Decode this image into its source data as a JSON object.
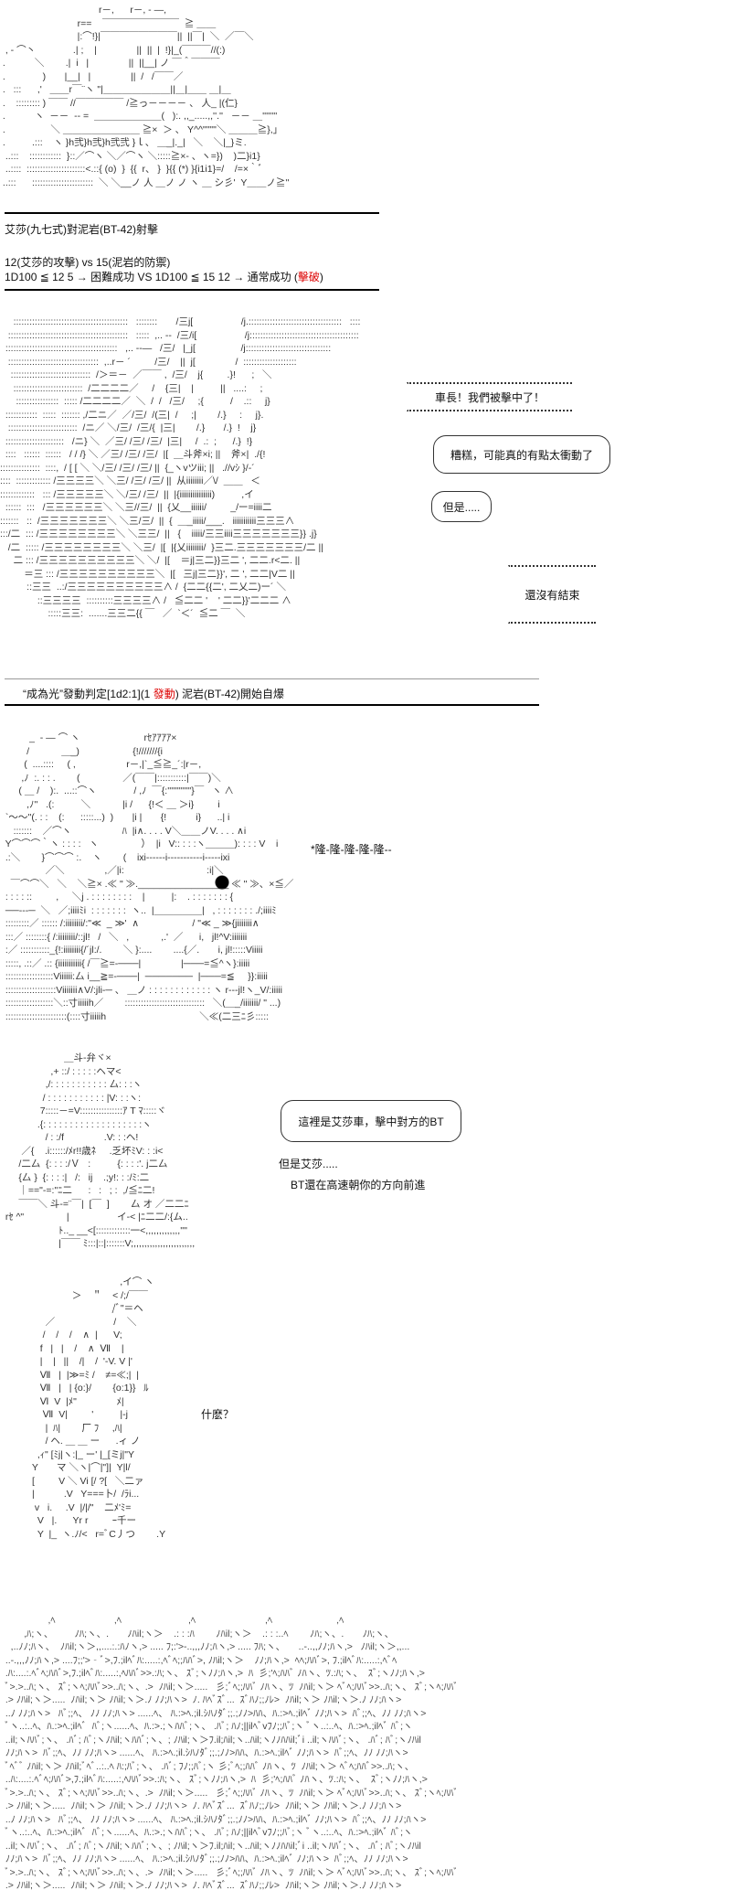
{
  "art": {
    "tank": "                                     r－,      r－, ‐ ―,\n                             r==    ￣￣￣￣￣￣￣￣  ≧ ＿＿\n                             |:⌒!}|￣￣￣￣￣￣￣￣||  ||￣|  ＼  ／￣＼\n  , ‐ ⌒丶              .| ;    |               ||  ||  |  !}|_(￣￣￣//(:)\n .           ＼        .|  i   |               ||  ||__| ノ ￣＾￣￣￣\n .              )       |__|   |               ||  /   /￣￣／\n .   :::      ,'   ＿＿r￣¨ヽ \"|＿＿＿＿＿＿＿||＿|＿＿ ＿|＿\n .    ::::::::: ) ￣￣ //￣￣￣￣￣ /≧っ－－－－ 、 人_ |(仁}\n .           ヽ  －－  ‐‐ =  ＿＿＿＿＿＿＿(   ):. ,,_.....,,''.''   －－ ＿''''''''\n .                 ＼ ＿＿＿＿＿＿＿＿ ≧×  ＞ 、 Y^^\"\"\"\"＼ ＿＿＿≧},」\n .          .:::    ヽ }h弐}h弐}h弐弐 }ｌ、 ＿_|._|   ＼    ＼|_}ミ.\n  ..:::    ::::::::::::  }::／⌒ヽ ＼／⌒ヽ ＼:::::≧×‐ 、ヽ=})    )二}i1}\n  ..::::  ::::::::::::::::::::::<.::{ (o)  }  {{  r、 }  }{{ (*) }{i1i1}=/    /=×｀ﾞ\n ..:::      :::::::::::::::::::::::  ＼ ＼__ノ 人 ＿ノ ノ ヽ ＿ シ彡'  Y＿＿ノ≧''\n .              ::::::::::::::::::::::    ヽ  ＝≡＝≡＝≡＝≡＝≡",
    "battle": "     :::::::::::::::::::::::::::::::::::::::::::   ::::::::       /三j[                  /j.:::::::::::::::::::::::::::::::::::   ::::\n   :::::::::::::::::::::::::::::::::::::::::::::   :::::  ,.. -‐  /三/i[                  /j:::::::::::::::::::::::::::::::::::::::::\n  ::::::::::::::::::::::::::::::::::::::::::   ,.. -‐―   /三/   |_j[                 /j::::::::::::::::::::::::::::::::\n   ::::::::::::::::::::::::::::::::::  ,..r－ ´         /三/    ||  j[               /  ::::::::::::::::::::\n    ::::::::::::::::::::::::::::::  /＞＝－  ／￣￣ ,  /三/    j{         .}!      ;   ＼\n     ::::::::::::::::::::::::::  /二二二二／     /    {三|    |          ||   ....:     ;\n      ::::::::::::::::  ::::: /二二二二／  ＼  /  /   /三/     ;{          /    .::     j}\n  ::::::::::::  :::::  ::::::: ,/二ニ／  ／/三/  /(三|  /     ;|        /.}     :     j}.\n   ::::::::::::::::::::::::::  /ニ／ ＼/三/  /三/{  |三|        /.}       /.}  !    j}\n  ::::::::::::::::::::::   /ニ} ＼  ／三/ /三/ /三/  |三|     /  .:  ;      /.}  !} \n  ::::   ::::::  ::::::   / / /} ＼ ／三/ /三/ /三/  |[  ＿斗斧×i; ||    斧×|  ./{!\n:::::::::::::::  ::::,  / [ [ ＼ ＼/三/ /三/ /三/ ||  {_ヽvツiii; ||   .//vｼ }/‐´\n::::  ::::::::::::: /三三三三＼ ＼三/ /三/ /三/ ||  从iiiiiiii／\\/  ＿＿   ＜\n:::::::::::::   ::: /三三三三三＼ ＼/三/ /三/  ||  |{iiiiiiiiiiiiiii)          ,イ\n  ::::::  :::   /三三三三三三＼ ＼三//三/  ||  {乂__iiiiii/         _/ー=iiii二\n:::::::   ::  /三三三三三三三＼ ＼三/三/  ||  {  ＿_iiiii/___.   iiiiiiiiiii三三三∧\n:::/二  ::: /三三三三三三三三＼ ＼三三/  ||   {    iiiii/三三iiii三三三三三三三}} .j}\n   /二  ::::: /三三三三三三三三＼ ＼三/  |[  |{乂iiiiiiii/  }三二.三三三三三三三/二 ||\n     二 ::: /三三三三三三三三三三＼ ＼/  |[    ＝j|三二}}三二 ', 二二.r<二. ||\n         ＝三 ::: /三三三三三三三三三三＼  |[   三j|三二}}', 二 ', 二二|V二 ||\n          ::三三  ..:/三三三三三三三三三三∧ /  {二二{{二', 二乂二)ー´ ＼\n              ::三三三三  ::::::::::三三三三∧ /   ≦二二 '    ' 二二}}'二二二 ∧\n                  :::::三三:  .......三三二{{ ￣   ／  `＜´  ≦二 ￣  ＼",
    "explosion": "           _  ‐ ― ⌒ ヽ                        rｾｱｱｱｱ×\n          /            ＿_)                    {!///////{i\n         (  ....::::     ( ,                   r－,|`_≦≧_´:|r－,\n        ,ﾉ  :. : : .        (                ／(￣￣|:::::::::::|￣￣)＼\n       ( ＿ /    ):.  ...::⌒ヽ              / ,ﾉ  ￣{:'''''''''''''}￣   ヽ ∧\n          ,ﾉ''   .(:          ＼            |i /      {!＜ ＿ ＞i}         i\n  `～～''(. : :    (:      :::::...)  )       |i |       {!           i}      ..| i\n     :::::::    ／⌒ヽ                   ﾊ  |i∧. . . . V＼＿＿ノV. . . . ∧i\n  Y⌒⌒⌒｀ヽ : : : :   ヽ                ）  |i   V:: : : :ヽ＿＿＿): : : : V    i\n  .:＼        }⌒⌒⌒ :.    ヽ        (    ixi‐‐‐‐‐‐i‐‐‐‐‐‐‐‐‐‐‐i‐‐‐‐‐ixi\n                 ／＼               ,／|i:                               :i|＼\n    ￣⌒⌒＼   ＼    ＼≧× .≪ \" ≫._________________ ≪ \" ≫、×≦／\n  : : : : ::         ,     ＼j . : : : : : : : :    |          |:    . : : : : : : : { \n  ──‐‐‐─  ＼   ／;iiiiﾐi  : : : : : : :  ヽ..  |＿＿＿＿＿|   , : : : : : : : ./;iiiiﾐ\n  :::::::::／ :::::: /:iiiiiiii/:\"≪  _ ≫'  ∧                    / \"≪ _ ≫{jiiiiiii∧\n  :::／ ::::::::{ /:iiiiiiii/::jl!   /   ＼   ,            ,.'  ／      i,   jl!^V:iiiiiii\n  :／ :::::::::::_{!:iiiiiiii{/´jl:/.        ＼ }:....        ....{／.       i, jl!:::::Viiiii\n  :::::, .::／ .:: {iiiiiiiiiii{ /￣≧=‐───|               |───=≦^ヽ}:iiiii\n  ::::::::::::::::::Viiiiii:厶 i__≧=‐───|  ───────  |───=≦     }}:iiiii\n  :::::::::::::::::::Viiiiiii∧V/:jli‐─ 、 ＿ノ : : : : : : : : : : : : ヽ r‐‐‐jl!ヽ_V/:iiiii\n  ::::::::::::::::::＼::寸iiiiih／        ::::::::::::::::::::::::::::::   ＼(＿_/iiiiiii/ \" ...)\n  :::::::::::::::::::::::(::::寸iiiiih                                   ＼≪(二三ﾆ彡:::::",
    "tank_front": "                        ＿斗‐弁ヾ×\n                   ,+ ::/ : : : : :ヘマ<\n                 ,/: : : : : : : : : : : 厶: : :ヽ\n                / : : : : : : : : : : : |V: : :ヽ:\n               7:::::－=V::::::::::::::::ｱ T ﾏ:::::ヾ\n              .{: : : : : : : : : : : : : : : : : : :ヽ\n                 / : :/f               .V: : :ヘ!\n        ／{    .i::::::/ﾒr!!歳ﾈ     .乏坏ﾐV: : :i<\n       /二厶  {: : : :/Ｖ   :          {: : : :'. j二厶\n       {厶 }  {: : : :|   /:   ij    .;y!: : :/ﾐ:二\n       ｜==\"‐=:\"ﾆ二      :   :   ; :  ,/≦ﾆ二!\n       ￣￣＼ 斗‐=¨￣|  [￣  ]        厶 オ ／二二ﾆ\n  rｾ ^\"                |                  イ‐< |ﾆ二二/:{ム..\n                      ﾄ.._ __<[:::::::::::::一<,,,,,,,,,,,,,'\"'\n                      |￣￣ ﾐ:::|::|:::::::V;,,,,,,,,,,,,,,,,,,,,,,,",
    "girl": "                                             ,イ⌒ ヽ\n                           ＞    ＂    < /;/￣￣\n                                          /ﾞ\"＝ヘ\n                 ／                      /    ＼\n                /    /    /    ∧  |      V;\n               f   |   |    /    ∧  Ⅶ    |\n               |    |   ||    /|    /  '‐V. V |'\n               Ⅶ   |  |≫=ﾐ /    ≠=≪;|  |\n               Ⅶ   |   | {o:}/        {o:1}}   ﾙ\n               Ⅵ  V  |ﾒ\"               ﾒ|\n                Ⅶ  V|         '          |-j\n                 |  ﾊ|        厂 ﾌ     ,ﾊ|\n                 / ヘ. ＿ ＿ ー      .ィ ノ\n              ,ｨ\" [ﾐj|ヽ:|_ ー' |_[ミj|\"Y\n            Y       マ ＼ヽ|⌒|\"]|  Y|l/\n            [         V ＼ Vi [/ ?[   ＼二ァ\n            |           .V   Y===卜/  /ﾗi...\n             v   i.     .V  |/|/\"    二ﾒ'ﾐ=\n              V   |.      Yr r         ｰ千ー\n              Y  |_  ヽ.ﾉ/<   r=ﾞC丿つ        .Y",
    "crowd": "                  ,ﾍ                      ,ﾍ                         ,ﾍ                          ,ﾍ                        ,ﾍ\n         ,ﾊ;ヽ、        ﾉﾊ;ヽ、.       ﾉﾊil;ヽ＞    .: : :ﾊ        ﾉﾊil;ヽ＞    .: : :..ﾍ        ﾉﾊ;ヽ、.       ﾉﾊ;ヽ、\n    ,..ﾉﾉ;ﾊヽ、  ﾉﾊil;ヽ＞,,....:.:ﾊﾉヽ,> ..... ﾌ;:'>‐..,,,ﾉﾉ;ﾊヽ,> ..... ﾌﾊ;ヽ、     ..-..,,ﾉﾉ;ﾊヽ,>   ﾉﾊil;ヽ＞,,...\n  ..‐.,,,ﾉﾉ;ﾊヽ,> ....ﾌ;;'>‐ﾞ>,ﾌ.;ilﾍﾞﾊ:.....:,ﾍﾞﾍ;;ﾊﾊﾞ>, ﾉﾊil;ヽ＞    ﾉﾉ;ﾊヽ,>  ﾍﾍ;ﾊﾊﾞ>, ﾌ.;ilﾍﾞﾊ:.....:,ﾍﾞﾍ\n  .ﾊ:....:.ﾍﾞﾍ;ﾊﾊﾞ>,ﾌ.;ilﾍﾞﾊ:.....:,ﾍﾊﾊﾞ>>.:ﾊ;ヽ、 ｽﾞ;ヽﾉﾉ;ﾊヽ,>  ﾊ  彡;'ﾍ;ﾊﾊﾞ ﾉﾊヽ、ﾂ.:ﾊ;ヽ、  ｽﾞ;ヽﾉﾉ;ﾊヽ,>\n  ﾞ>.>..ﾊ;ヽ、 ｽﾞ;ヽﾍ;ﾊﾊﾞ>>..ﾊ;ヽ、.>  ﾉﾊil;ヽ＞.....   彡;ﾞﾍ;;ﾊﾊﾞ ﾉﾊヽ、ﾂ  ﾉﾊil;ヽ＞ ﾍﾞﾍ;ﾊﾊﾞ>>..ﾊ;ヽ、 ｽﾞ;ヽﾍ;ﾊﾊﾞ\n  .> ﾉﾊil;ヽ＞.....  ﾉﾊil;ヽ＞ ﾉﾊil;ヽ＞.ﾉ ﾉﾉ;ﾊヽ>  ﾉ. ﾊﾍﾞｽﾞ...  ｽﾞﾊﾉ;;ﾉﾚ>  ﾉﾊil;ヽ＞ ﾉﾊil;ヽ＞.ﾉ ﾉﾉ;ﾊヽ>\n  ..ﾉ ﾉﾉ;ﾊヽ>   ﾊﾞ;;ﾍ、 ﾉﾉ ﾉﾉ;ﾊヽ> ......ﾍ、 ﾊ.:>ﾍ.;il.ｼﾊﾉﾀﾞ;;.;ﾉﾉ>ﾊﾊ、ﾊ.:>ﾍ.;ilﾍﾞ ﾉﾉ;ﾊヽ>  ﾊﾞ;;ﾍ、ﾉﾉ ﾉﾉ;ﾊヽ>\n  ﾞヽ..:..ﾍ、ﾊ.:>ﾍ.;ilﾍﾞ  ﾊﾞ;ヽ......ﾍ、ﾊ.:>.;ヽﾊﾊﾞ;ヽ、 .ﾊﾞ; ﾊﾉ;||ilﾍﾞvﾌﾉ;;ﾊﾞ;ヽ ﾞヽ..:..ﾍ、ﾊ.:>ﾍ.;ilﾍﾞ ﾊﾞ;ヽ\n  ..il;ヽﾊﾊﾞ;ヽ、 .ﾊﾞ; ﾊﾞ;ヽﾉﾊil;ヽﾊﾊﾞ;ヽ、; ﾉﾊil;ヽ＞ﾌ.il;ﾊil;ヽ..ﾊil;ヽﾉﾉﾊﾊil;ﾞi ..il;ヽﾊﾊﾞ;ヽ、 .ﾊﾞ; ﾊﾞ;ヽﾉﾊil\n  ﾉﾉ;ﾊヽ>  ﾊﾞ;;ﾍ、ﾉﾉ ﾉﾉ;ﾊヽ> ......ﾍ、 ﾊ.:>ﾍ.;il.ｼﾊﾉﾀﾞ;;.;ﾉﾉ>ﾊﾊ、ﾊ.:>ﾍ.;ilﾍﾞ ﾉﾉ;ﾊヽ>  ﾊﾞ;;ﾍ、ﾉﾉ ﾉﾉ;ﾊヽ>\n  ﾞﾍﾞﾞ ﾉﾊil;ヽ＞ ﾉﾊil;ﾞﾍﾞ..:..ﾍ ﾊ:;ﾊﾞ;ヽ、 .ﾊﾞ; ﾌﾉ;;ﾊﾞ;ヽ 彡;ﾞﾍ;;ﾊﾊﾞ ﾉﾊヽ、ﾂ  ﾉﾊil;ヽ＞ ﾍﾞﾍ;ﾊﾊﾞ>>..ﾊ;ヽ、\n  ..ﾊ:....:.ﾍﾞﾍ;ﾊﾊﾞ>,ﾌ.;ilﾍﾞﾊ:.....:,ﾍﾊﾊﾞ>>.:ﾊ;ヽ、 ｽﾞ;ヽﾉﾉ;ﾊヽ,>  ﾊ  彡;'ﾍ;ﾊﾊﾞ ﾉﾊヽ、ﾂ.:ﾊ;ヽ、  ｽﾞ;ヽﾉﾉ;ﾊヽ,>\n  ﾞ>.>..ﾊ;ヽ、 ｽﾞ;ヽﾍ;ﾊﾊﾞ>>..ﾊ;ヽ、.>  ﾉﾊil;ヽ＞.....   彡;ﾞﾍ;;ﾊﾊﾞ ﾉﾊヽ、ﾂ  ﾉﾊil;ヽ＞ ﾍﾞﾍ;ﾊﾊﾞ>>..ﾊ;ヽ、 ｽﾞ;ヽﾍ;ﾊﾊﾞ\n  .> ﾉﾊil;ヽ＞.....  ﾉﾊil;ヽ＞ ﾉﾊil;ヽ＞.ﾉ ﾉﾉ;ﾊヽ>  ﾉ. ﾊﾍﾞｽﾞ...  ｽﾞﾊﾉ;;ﾉﾚ>  ﾉﾊil;ヽ＞ ﾉﾊil;ヽ＞.ﾉ ﾉﾉ;ﾊヽ>\n  ..ﾉ ﾉﾉ;ﾊヽ>   ﾊﾞ;;ﾍ、 ﾉﾉ ﾉﾉ;ﾊヽ> ......ﾍ、 ﾊ.:>ﾍ.;il.ｼﾊﾉﾀﾞ;;.;ﾉﾉ>ﾊﾊ、ﾊ.:>ﾍ.;ilﾍﾞ ﾉﾉ;ﾊヽ>  ﾊﾞ;;ﾍ、ﾉﾉ ﾉﾉ;ﾊヽ>\n  ﾞヽ..:..ﾍ、ﾊ.:>ﾍ.;ilﾍﾞ  ﾊﾞ;ヽ......ﾍ、ﾊ.:>.;ヽﾊﾊﾞ;ヽ、 .ﾊﾞ; ﾊﾉ;||ilﾍﾞvﾌﾉ;;ﾊﾞ;ヽ ﾞヽ..:..ﾍ、ﾊ.:>ﾍ.;ilﾍﾞ ﾊﾞ;ヽ\n  ..il;ヽﾊﾊﾞ;ヽ、 .ﾊﾞ; ﾊﾞ;ヽﾉﾊil;ヽﾊﾊﾞ;ヽ、; ﾉﾊil;ヽ＞ﾌ.il;ﾊil;ヽ..ﾊil;ヽﾉﾉﾊﾊil;ﾞi ..il;ヽﾊﾊﾞ;ヽ、 .ﾊﾞ; ﾊﾞ;ヽﾉﾊil\n  ﾉﾉ;ﾊヽ>  ﾊﾞ;;ﾍ、ﾉﾉ ﾉﾉ;ﾊヽ> ......ﾍ、 ﾊ.:>ﾍ.;il.ｼﾊﾉﾀﾞ;;.;ﾉﾉ>ﾊﾊ、ﾊ.:>ﾍ.;ilﾍﾞ ﾉﾉ;ﾊヽ>  ﾊﾞ;;ﾍ、ﾉﾉ ﾉﾉ;ﾊヽ>\n  ﾞ>.>..ﾊ;ヽ、 ｽﾞ;ヽﾍ;ﾊﾊﾞ>>..ﾊ;ヽ、.>  ﾉﾊil;ヽ＞.....   彡;ﾞﾍ;;ﾊﾊﾞ ﾉﾊヽ、ﾂ  ﾉﾊil;ヽ＞ ﾍﾞﾍ;ﾊﾊﾞ>>..ﾊ;ヽ、 ｽﾞ;ヽﾍ;ﾊﾊﾞ\n  .> ﾉﾊil;ヽ＞.....  ﾉﾊil;ヽ＞ ﾉﾊil;ヽ＞.ﾉ ﾉﾉ;ﾊヽ>  ﾉ. ﾊﾍﾞｽﾞ...  ｽﾞﾊﾉ;;ﾉﾚ>  ﾉﾊil;ヽ＞ ﾉﾊil;ヽ＞.ﾉ ﾉﾉ;ﾊヽ>"
  },
  "narration": {
    "shot_title": "艾莎(九七式)對泥岩(BT-42)射擊",
    "roll_line1": "12(艾莎的攻擊) vs 15(泥岩的防禦)",
    "roll_line2_main": "1D100 ≦ 12  5 → 困難成功 VS 1D100 ≦ 15  12 → 通常成功 (",
    "roll_line2_result": "擊破",
    "roll_line2_close": ")",
    "skill_prefix": "“成為光”發動判定[1d2:1](1 ",
    "skill_result": "發動",
    "skill_suffix": ") 泥岩(BT-42)開始自爆"
  },
  "dialogue": {
    "hit": "車長！我們被擊中了！",
    "reckless": "糟糕，可能真的有點太衝動了",
    "but": "但是.....",
    "not_over": "還沒有結束",
    "rumble": "*隆-隆-隆-隆-隆--",
    "elsa_car": "這裡是艾莎車，擊中對方的BT",
    "but_elsa": "但是艾莎.....",
    "bt_approaching": "BT還在高速朝你的方向前進",
    "what": "什麽？"
  },
  "colors": {
    "highlight": "#dd0000"
  }
}
